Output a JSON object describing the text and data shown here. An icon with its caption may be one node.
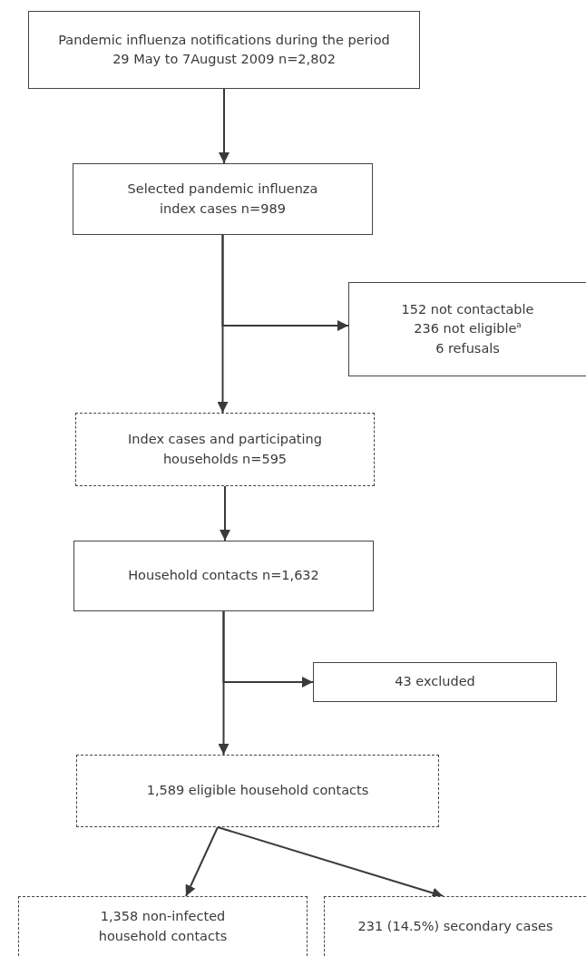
{
  "diagram": {
    "nodes": [
      {
        "text": [
          "Pandemic influenza notifications during the period 29 May to 7August 2009 n=2,802"
        ]
      },
      {
        "text": [
          "Selected pandemic influenza index cases n=989"
        ]
      },
      {
        "text": [
          "152 not contactable",
          "236 not eligible$^{a}$",
          "6 refusals"
        ]
      },
      {
        "text": [
          "Index cases and participating households n=595"
        ]
      },
      {
        "text": [
          "Household contacts n=1,632"
        ]
      },
      {
        "text": [
          "43 excluded"
        ]
      },
      {
        "text": [
          "1,589 eligible household contacts"
        ]
      },
      {
        "text": [
          "1,358 non-infected household contacts"
        ]
      },
      {
        "text": [
          "231 (14.5%) secondary cases"
        ]
      }
    ],
    "edges": [
      {
        "from": 0,
        "to": 1,
        "arrow": "to"
      },
      {
        "from": 1,
        "to": 3,
        "arrow": "to"
      },
      {
        "from": 1,
        "to": 2,
        "arrow": "to"
      },
      {
        "from": 3,
        "to": 4,
        "arrow": "to"
      },
      {
        "from": 4,
        "to": 6,
        "arrow": "to"
      },
      {
        "from": 4,
        "to": 5,
        "arrow": "to"
      },
      {
        "from": 6,
        "to": 7,
        "arrow": "to"
      },
      {
        "from": 6,
        "to": 8,
        "arrow": "to"
      }
    ]
  }
}
